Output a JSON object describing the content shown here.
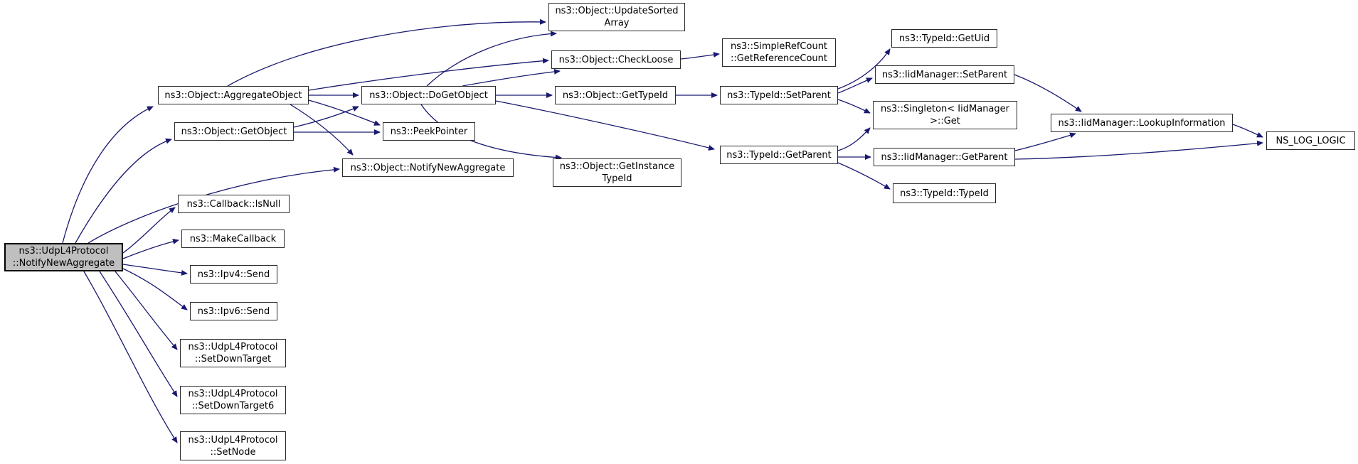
{
  "graph": {
    "type": "call-graph",
    "colors": {
      "edge": "#191970",
      "node_fill": "#ffffff",
      "node_border": "#2b2b2b",
      "focus_node_fill": "#bfbfbf"
    },
    "nodes": {
      "main": [
        "ns3::UdpL4Protocol",
        "::NotifyNewAggregate"
      ],
      "aggregate_object": [
        "ns3::Object::AggregateObject"
      ],
      "get_object": [
        "ns3::Object::GetObject"
      ],
      "object_notify_new_aggregate": [
        "ns3::Object::NotifyNewAggregate"
      ],
      "callback_is_null": [
        "ns3::Callback::IsNull"
      ],
      "make_callback": [
        "ns3::MakeCallback"
      ],
      "ipv4_send": [
        "ns3::Ipv4::Send"
      ],
      "ipv6_send": [
        "ns3::Ipv6::Send"
      ],
      "set_down_target": [
        "ns3::UdpL4Protocol",
        "::SetDownTarget"
      ],
      "set_down_target6": [
        "ns3::UdpL4Protocol",
        "::SetDownTarget6"
      ],
      "set_node": [
        "ns3::UdpL4Protocol",
        "::SetNode"
      ],
      "do_get_object": [
        "ns3::Object::DoGetObject"
      ],
      "peek_pointer": [
        "ns3::PeekPointer"
      ],
      "update_sorted_array": [
        "ns3::Object::UpdateSorted",
        "Array"
      ],
      "check_loose": [
        "ns3::Object::CheckLoose"
      ],
      "object_get_type_id": [
        "ns3::Object::GetTypeId"
      ],
      "get_instance_type_id": [
        "ns3::Object::GetInstance",
        "TypeId"
      ],
      "get_reference_count": [
        "ns3::SimpleRefCount",
        "::GetReferenceCount"
      ],
      "type_id_set_parent": [
        "ns3::TypeId::SetParent"
      ],
      "type_id_get_parent": [
        "ns3::TypeId::GetParent"
      ],
      "get_uid": [
        "ns3::TypeId::GetUid"
      ],
      "iid_set_parent": [
        "ns3::IidManager::SetParent"
      ],
      "singleton_get": [
        "ns3::Singleton< IidManager",
        ">::Get"
      ],
      "iid_get_parent": [
        "ns3::IidManager::GetParent"
      ],
      "type_id_type_id": [
        "ns3::TypeId::TypeId"
      ],
      "lookup_information": [
        "ns3::IidManager::LookupInformation"
      ],
      "ns_log_logic": [
        "NS_LOG_LOGIC"
      ]
    },
    "edges": [
      {
        "from": "main",
        "to": "aggregate_object"
      },
      {
        "from": "main",
        "to": "get_object"
      },
      {
        "from": "main",
        "to": "object_notify_new_aggregate"
      },
      {
        "from": "main",
        "to": "callback_is_null"
      },
      {
        "from": "main",
        "to": "make_callback"
      },
      {
        "from": "main",
        "to": "ipv4_send"
      },
      {
        "from": "main",
        "to": "ipv6_send"
      },
      {
        "from": "main",
        "to": "set_down_target"
      },
      {
        "from": "main",
        "to": "set_down_target6"
      },
      {
        "from": "main",
        "to": "set_node"
      },
      {
        "from": "aggregate_object",
        "to": "update_sorted_array"
      },
      {
        "from": "aggregate_object",
        "to": "check_loose"
      },
      {
        "from": "aggregate_object",
        "to": "do_get_object"
      },
      {
        "from": "aggregate_object",
        "to": "peek_pointer"
      },
      {
        "from": "aggregate_object",
        "to": "object_notify_new_aggregate"
      },
      {
        "from": "get_object",
        "to": "do_get_object"
      },
      {
        "from": "get_object",
        "to": "peek_pointer"
      },
      {
        "from": "do_get_object",
        "to": "update_sorted_array"
      },
      {
        "from": "do_get_object",
        "to": "check_loose"
      },
      {
        "from": "do_get_object",
        "to": "object_get_type_id"
      },
      {
        "from": "do_get_object",
        "to": "get_instance_type_id"
      },
      {
        "from": "do_get_object",
        "to": "type_id_get_parent"
      },
      {
        "from": "check_loose",
        "to": "get_reference_count"
      },
      {
        "from": "object_get_type_id",
        "to": "type_id_set_parent"
      },
      {
        "from": "type_id_set_parent",
        "to": "get_uid"
      },
      {
        "from": "type_id_set_parent",
        "to": "iid_set_parent"
      },
      {
        "from": "type_id_set_parent",
        "to": "singleton_get"
      },
      {
        "from": "iid_set_parent",
        "to": "lookup_information"
      },
      {
        "from": "type_id_get_parent",
        "to": "singleton_get"
      },
      {
        "from": "type_id_get_parent",
        "to": "iid_get_parent"
      },
      {
        "from": "type_id_get_parent",
        "to": "type_id_type_id"
      },
      {
        "from": "iid_get_parent",
        "to": "lookup_information"
      },
      {
        "from": "iid_get_parent",
        "to": "ns_log_logic"
      },
      {
        "from": "lookup_information",
        "to": "ns_log_logic"
      }
    ]
  }
}
